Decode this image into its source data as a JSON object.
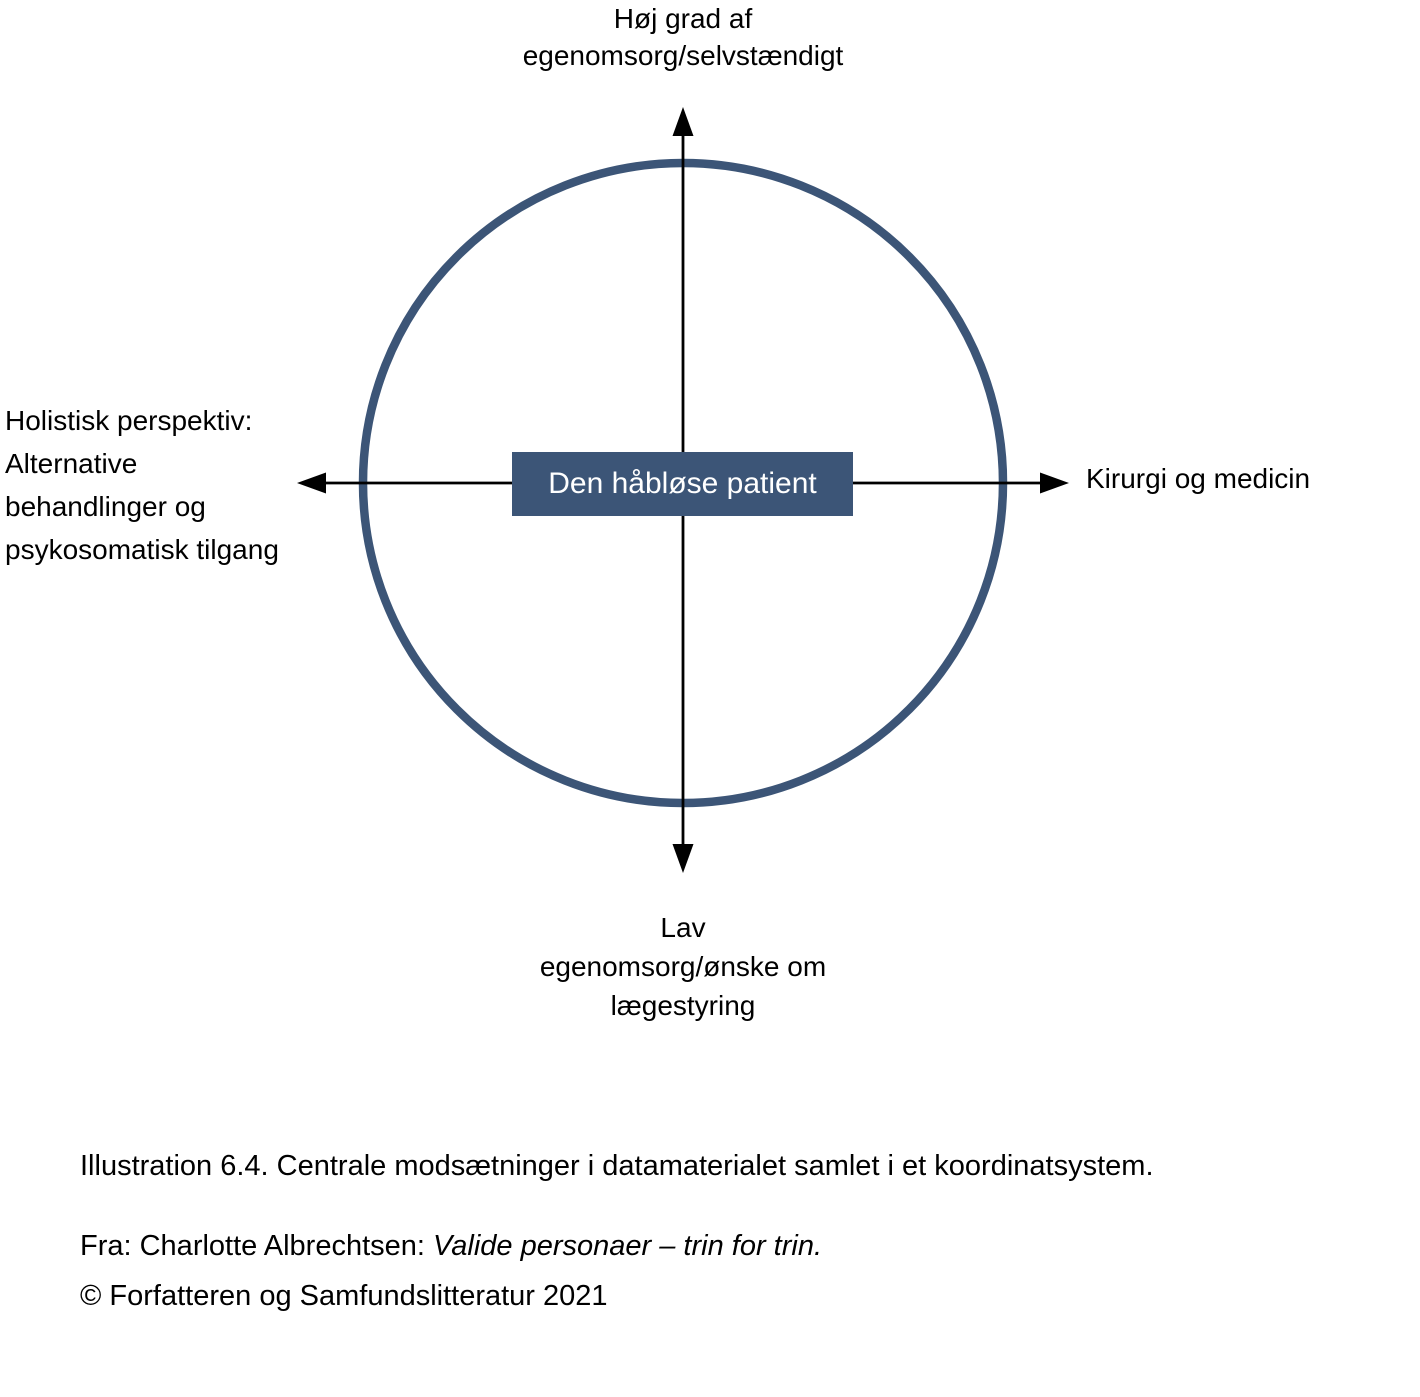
{
  "colors": {
    "accent": "#3c5577",
    "axis": "#000000",
    "text": "#000000",
    "box_text": "#ffffff",
    "background": "#ffffff"
  },
  "diagram": {
    "center_box": {
      "label": "Den håbløse patient"
    },
    "axis_labels": {
      "top": {
        "lines": [
          "Høj grad af",
          "egenomsorg/selvstændigt"
        ]
      },
      "bottom": {
        "lines": [
          "Lav",
          "egenomsorg/ønske om",
          "lægestyring"
        ]
      },
      "left": {
        "lines": [
          "Holistisk perspektiv:",
          "Alternative",
          "behandlinger og",
          "psykosomatisk tilgang"
        ]
      },
      "right": {
        "lines": [
          "Kirurgi og medicin"
        ]
      }
    }
  },
  "caption": {
    "figure_line": "Illustration 6.4. Centrale modsætninger i datamaterialet samlet i et koordinatsystem.",
    "source_prefix": "Fra: Charlotte Albrechtsen: ",
    "source_title_italic": "Valide personaer – trin for trin.",
    "copyright_line": "© Forfatteren og Samfundslitteratur 2021"
  }
}
